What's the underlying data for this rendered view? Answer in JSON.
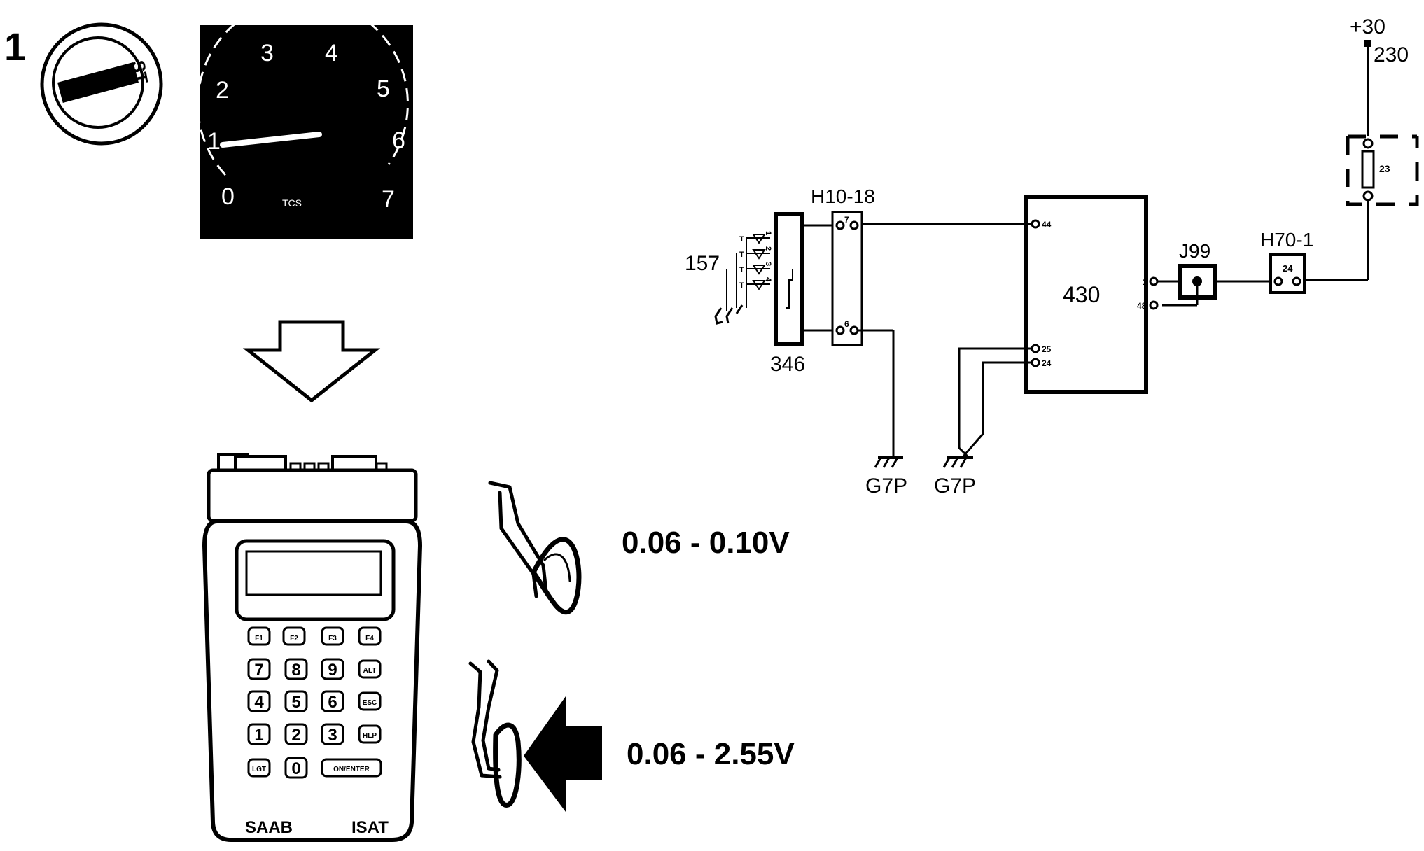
{
  "step_number": "1",
  "ignition": {
    "label": "ST"
  },
  "tachometer": {
    "ticks": [
      "0",
      "1",
      "2",
      "3",
      "4",
      "5",
      "6",
      "7"
    ],
    "label": "TCS"
  },
  "tester": {
    "keys": {
      "f1": "F1",
      "f2": "F2",
      "f3": "F3",
      "f4": "F4",
      "k7": "7",
      "k8": "8",
      "k9": "9",
      "alt": "ALT",
      "k4": "4",
      "k5": "5",
      "k6": "6",
      "esc": "ESC",
      "k1": "1",
      "k2": "2",
      "k3": "3",
      "hlp": "HLP",
      "lgt": "LGT",
      "k0": "0",
      "enter": "ON/ENTER"
    },
    "brand": "SAAB",
    "model": "ISAT"
  },
  "pedal": {
    "released_voltage": "0.06 - 0.10V",
    "pressed_voltage": "0.06 - 2.55V"
  },
  "schematic": {
    "supply": "+30",
    "supply_node": "230",
    "fuse": "23",
    "connector_h70": "H70-1",
    "connector_h70_pin": "24",
    "junction": "J99",
    "ecu": "430",
    "ecu_pins": {
      "p44": "44",
      "p1": "1",
      "p48": "48",
      "p25": "25",
      "p24": "24"
    },
    "connector_h10": "H10-18",
    "connector_h10_pins": {
      "p7": "7",
      "p6": "6"
    },
    "sensor": "346",
    "wheel_sensors": "157",
    "wheel_pins": [
      "1",
      "2",
      "3",
      "4"
    ],
    "wheel_t": "T",
    "ground_1": "G7P",
    "ground_2": "G7P"
  }
}
